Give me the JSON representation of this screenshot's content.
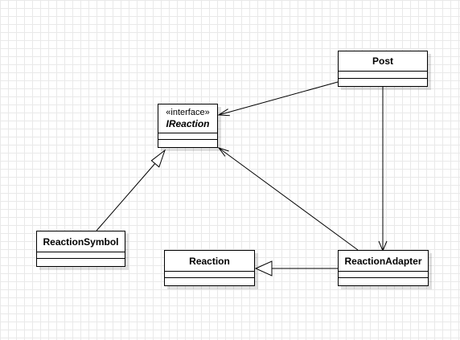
{
  "classes": {
    "post": {
      "name": "Post"
    },
    "ireaction": {
      "stereotype": "«interface»",
      "name": "IReaction"
    },
    "reaction_symbol": {
      "name": "ReactionSymbol"
    },
    "reaction": {
      "name": "Reaction"
    },
    "reaction_adapter": {
      "name": "ReactionAdapter"
    }
  },
  "relations": [
    {
      "from": "Post",
      "to": "IReaction",
      "type": "association"
    },
    {
      "from": "Post",
      "to": "ReactionAdapter",
      "type": "association"
    },
    {
      "from": "ReactionSymbol",
      "to": "IReaction",
      "type": "realization"
    },
    {
      "from": "ReactionAdapter",
      "to": "IReaction",
      "type": "association"
    },
    {
      "from": "ReactionAdapter",
      "to": "Reaction",
      "type": "generalization"
    }
  ]
}
